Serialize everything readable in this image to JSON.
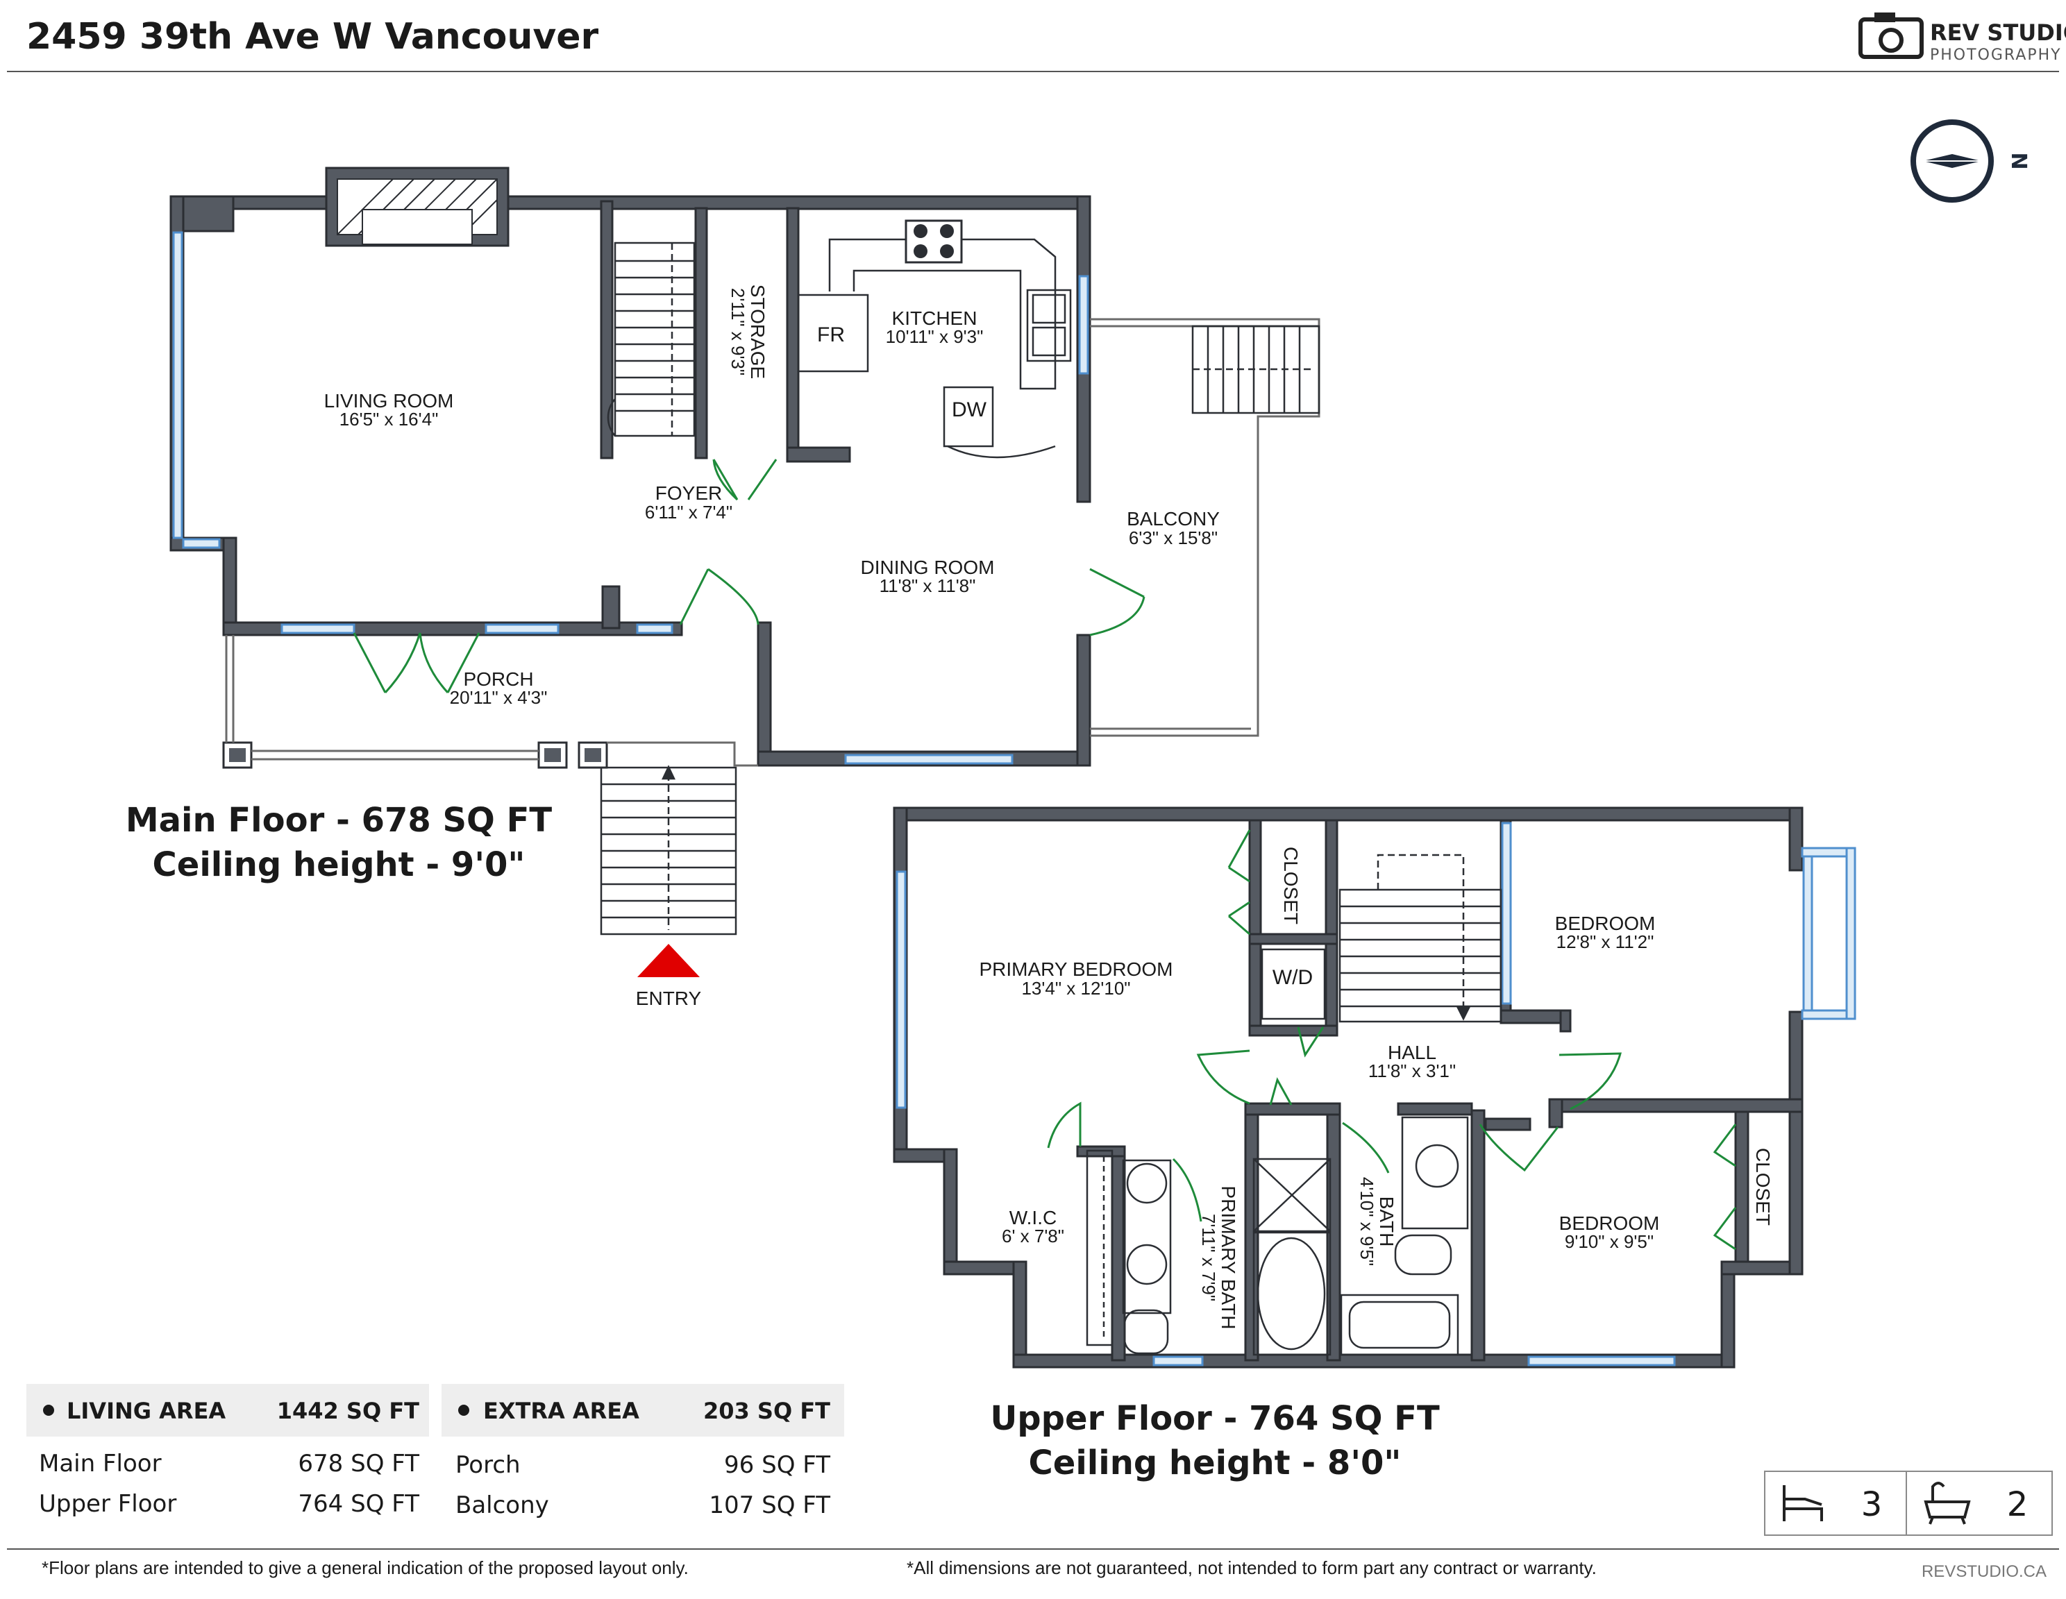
{
  "header": {
    "address": "2459 39th Ave W Vancouver",
    "brand_name": "REV STUDIO",
    "brand_sub": "PHOTOGRAPHY",
    "brand_icon": "camera-logo-icon"
  },
  "compass": {
    "label": "N",
    "icon": "compass-icon"
  },
  "main_floor": {
    "caption_line1": "Main Floor - 678 SQ FT",
    "caption_line2": "Ceiling height - 9'0\"",
    "entry_label": "ENTRY",
    "rooms": {
      "living": {
        "name": "LIVING ROOM",
        "dim": "16'5\" x 16'4\""
      },
      "storage": {
        "name": "STORAGE",
        "dim": "2'11\" x 9'3\""
      },
      "kitchen": {
        "name": "KITCHEN",
        "dim": "10'11\" x 9'3\""
      },
      "foyer": {
        "name": "FOYER",
        "dim": "6'11\" x 7'4\""
      },
      "dining": {
        "name": "DINING ROOM",
        "dim": "11'8\" x 11'8\""
      },
      "balcony": {
        "name": "BALCONY",
        "dim": "6'3\" x 15'8\""
      },
      "porch": {
        "name": "PORCH",
        "dim": "20'11\" x 4'3\""
      }
    },
    "fixtures": {
      "fridge": "FR",
      "dishwasher": "DW"
    }
  },
  "upper_floor": {
    "caption_line1": "Upper Floor - 764 SQ FT",
    "caption_line2": "Ceiling height - 8'0\"",
    "rooms": {
      "primary_bedroom": {
        "name": "PRIMARY BEDROOM",
        "dim": "13'4\" x 12'10\""
      },
      "closet1": {
        "name": "CLOSET"
      },
      "bedroom1": {
        "name": "BEDROOM",
        "dim": "12'8\" x 11'2\""
      },
      "hall": {
        "name": "HALL",
        "dim": "11'8\" x 3'1\""
      },
      "wic": {
        "name": "W.I.C",
        "dim": "6' x 7'8\""
      },
      "primary_bath": {
        "name": "PRIMARY BATH",
        "dim": "7'11\" x 7'9\""
      },
      "bath": {
        "name": "BATH",
        "dim": "4'10\" x 9'5\""
      },
      "bedroom2": {
        "name": "BEDROOM",
        "dim": "9'10\" x 9'5\""
      },
      "closet2": {
        "name": "CLOSET"
      }
    },
    "fixtures": {
      "washer_dryer": "W/D"
    }
  },
  "legend": {
    "living": {
      "title": "LIVING AREA",
      "total": "1442 SQ FT",
      "rows": [
        {
          "label": "Main Floor",
          "value": "678 SQ FT"
        },
        {
          "label": "Upper Floor",
          "value": "764 SQ FT"
        }
      ]
    },
    "extra": {
      "title": "EXTRA AREA",
      "total": "203 SQ FT",
      "rows": [
        {
          "label": "Porch",
          "value": "96 SQ FT"
        },
        {
          "label": "Balcony",
          "value": "107 SQ FT"
        }
      ]
    }
  },
  "stats": {
    "bedrooms": "3",
    "bathrooms": "2",
    "bed_icon": "bed-icon",
    "bath_icon": "bathtub-icon"
  },
  "footer": {
    "note_left": "*Floor plans are intended to give a general indication of the proposed layout only.",
    "note_right": "*All dimensions are not guaranteed, not intended to form part any contract or warranty.",
    "website": "REVSTUDIO.CA"
  },
  "colors": {
    "wall": "#555a62",
    "door": "#1e8b3a",
    "window": "#4f8fce",
    "entry_marker": "#e00000"
  }
}
